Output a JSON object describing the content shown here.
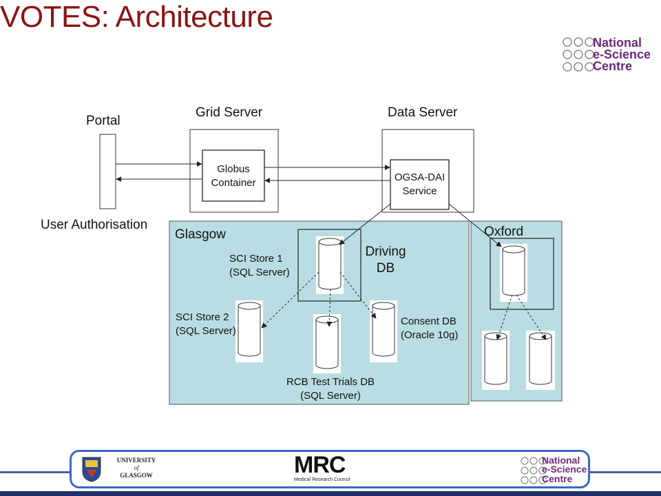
{
  "title": "VOTES: Architecture",
  "logo": {
    "line1": "National",
    "line2": "e-Science",
    "line3": "Centre"
  },
  "diagram": {
    "portal_label": "Portal",
    "user_auth_label": "User Authorisation",
    "grid_server_label": "Grid Server",
    "data_server_label": "Data Server",
    "globus": [
      "Globus",
      "Container"
    ],
    "ogsa": [
      "OGSA-DAI",
      "Service"
    ],
    "glasgow_label": "Glasgow",
    "oxford_label": "Oxford",
    "driving_db": [
      "Driving",
      "DB"
    ],
    "sci_store_1": [
      "SCI Store 1",
      "(SQL Server)"
    ],
    "sci_store_2": [
      "SCI Store 2",
      "(SQL Server)"
    ],
    "consent_db": [
      "Consent DB",
      "(Oracle 10g)"
    ],
    "rcb_db": [
      "RCB Test Trials DB",
      "(SQL Server)"
    ]
  },
  "footer": {
    "glasgow_logo": [
      "UNIVERSITY",
      "of",
      "GLASGOW"
    ],
    "mrc_logo": {
      "main": "MRC",
      "sub": "Medical Research Council"
    },
    "nesc_logo": {
      "line1": "National",
      "line2": "e-Science",
      "line3": "Centre"
    }
  },
  "colors": {
    "title": "#8b1414",
    "region_fill": "#b9dde3",
    "footer_border": "#3a66c8",
    "nesc_text": "#6a2a7a"
  }
}
